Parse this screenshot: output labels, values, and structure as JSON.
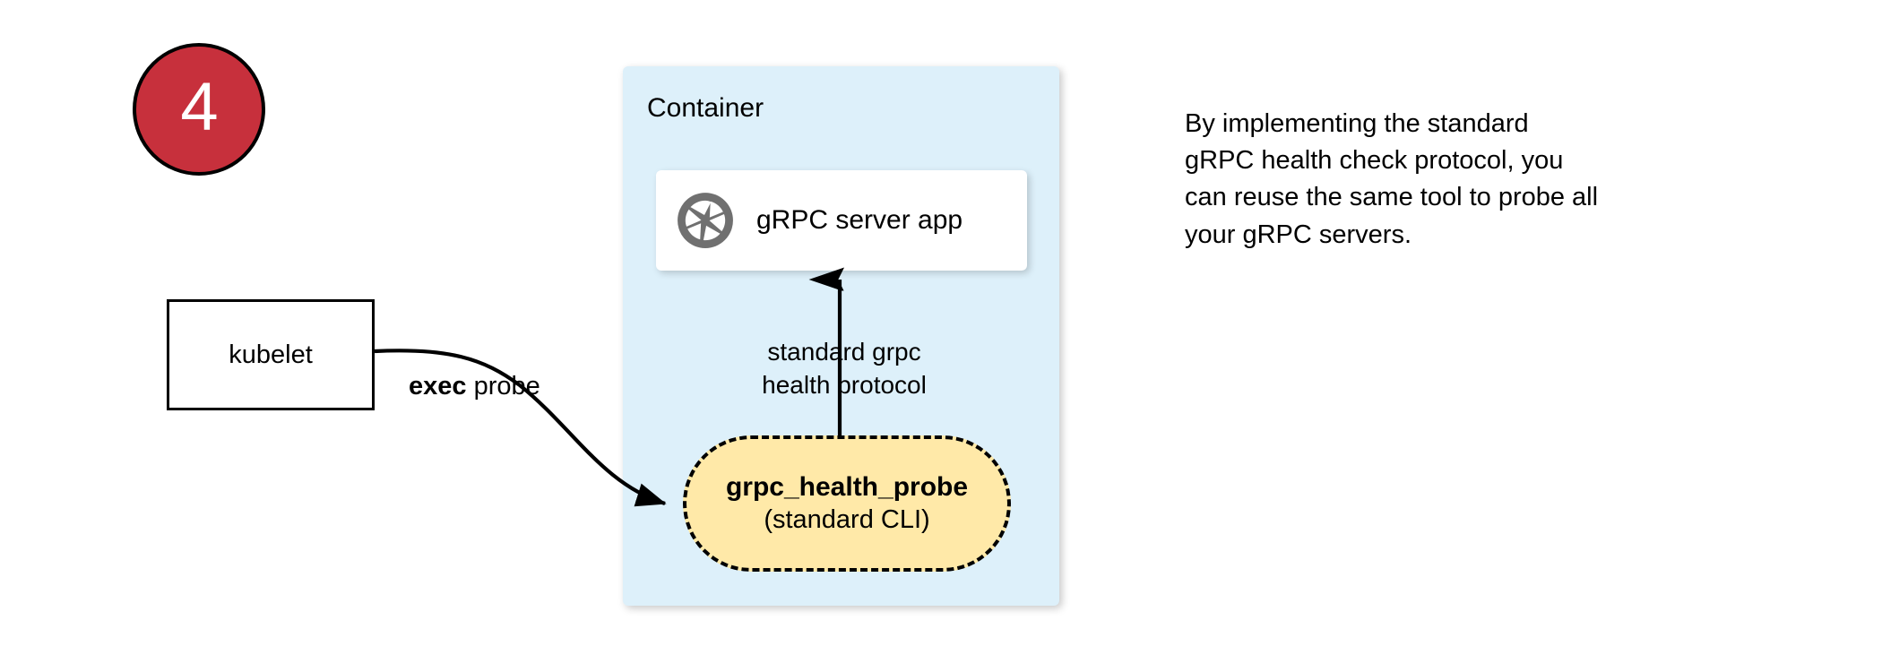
{
  "step": {
    "number": "4",
    "circle_color": "#c7303c",
    "text_color": "#ffffff"
  },
  "container": {
    "label": "Container",
    "fill_color": "#ddf0fa"
  },
  "server_card": {
    "icon": "grpc-aperture-icon",
    "icon_color": "#707070",
    "label": "gRPC server app",
    "fill_color": "#ffffff"
  },
  "kubelet": {
    "label": "kubelet",
    "fill_color": "#ffffff",
    "border_color": "#000000"
  },
  "edges": {
    "exec_probe": {
      "bold_text": "exec",
      "normal_text": " probe"
    },
    "protocol": {
      "line1": "standard grpc",
      "line2": "health protocol"
    }
  },
  "probe_box": {
    "title": "grpc_health_probe",
    "subtitle": "(standard CLI)",
    "fill_color": "#ffe9a8",
    "border_style": "dashed",
    "border_color": "#000000"
  },
  "side_note": {
    "line1": "By implementing the standard",
    "line2": "gRPC health check protocol, you",
    "line3": "can reuse the same tool to probe all",
    "line4": "your gRPC servers."
  }
}
